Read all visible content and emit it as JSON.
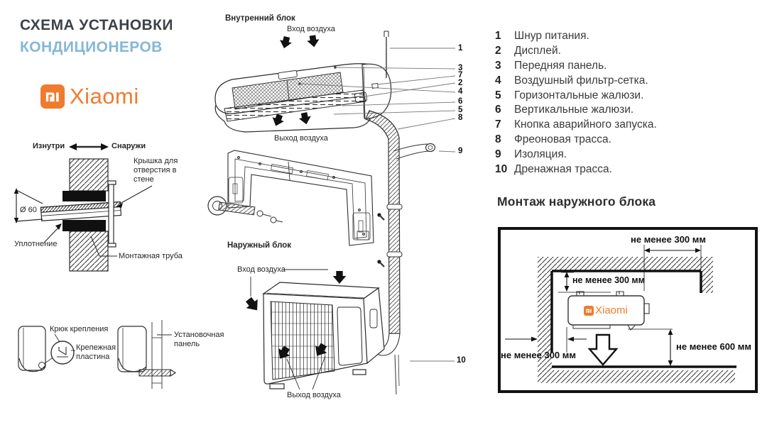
{
  "header": {
    "title_line1": "СХЕМА УСТАНОВКИ",
    "title_line2": "КОНДИЦИОНЕРОВ",
    "brand": "Xiaomi"
  },
  "colors": {
    "accent_orange": "#ef7b2e",
    "title_blue": "#85b7d8",
    "title_dark": "#3c4248"
  },
  "wall_section": {
    "inside_label": "Изнутри",
    "outside_label": "Снаружи",
    "cover_label": "Крышка для отверстия в стене",
    "diameter_label": "Ø 60",
    "seal_label": "Уплотнение",
    "pipe_label": "Монтажная труба"
  },
  "mount_details": {
    "hook_label": "Крюк крепления",
    "plate_label": "Крепежная пластина",
    "panel_label": "Установочная панель"
  },
  "indoor_unit": {
    "title": "Внутренний блок",
    "air_in": "Вход воздуха",
    "air_out": "Выход воздуха"
  },
  "outdoor_unit": {
    "title": "Наружный блок",
    "air_in": "Вход воздуха",
    "air_out": "Выход воздуха"
  },
  "parts": {
    "items": [
      {
        "num": "1",
        "label": "Шнур питания."
      },
      {
        "num": "2",
        "label": "Дисплей."
      },
      {
        "num": "3",
        "label": "Передняя панель."
      },
      {
        "num": "4",
        "label": "Воздушный фильтр-сетка."
      },
      {
        "num": "5",
        "label": "Горизонтальные жалюзи."
      },
      {
        "num": "6",
        "label": "Вертикальные жалюзи."
      },
      {
        "num": "7",
        "label": "Кнопка аварийного запуска."
      },
      {
        "num": "8",
        "label": "Фреоновая трасса."
      },
      {
        "num": "9",
        "label": "Изоляция."
      },
      {
        "num": "10",
        "label": "Дренажная трасса."
      }
    ]
  },
  "outdoor_mounting": {
    "heading": "Монтаж наружного блока",
    "brand": "Xiaomi",
    "dim_top": "не менее 300 мм",
    "dim_wall_top": "не менее 300 мм",
    "dim_wall_side": "не менее 300 мм",
    "dim_bottom": "не менее 600 мм"
  }
}
